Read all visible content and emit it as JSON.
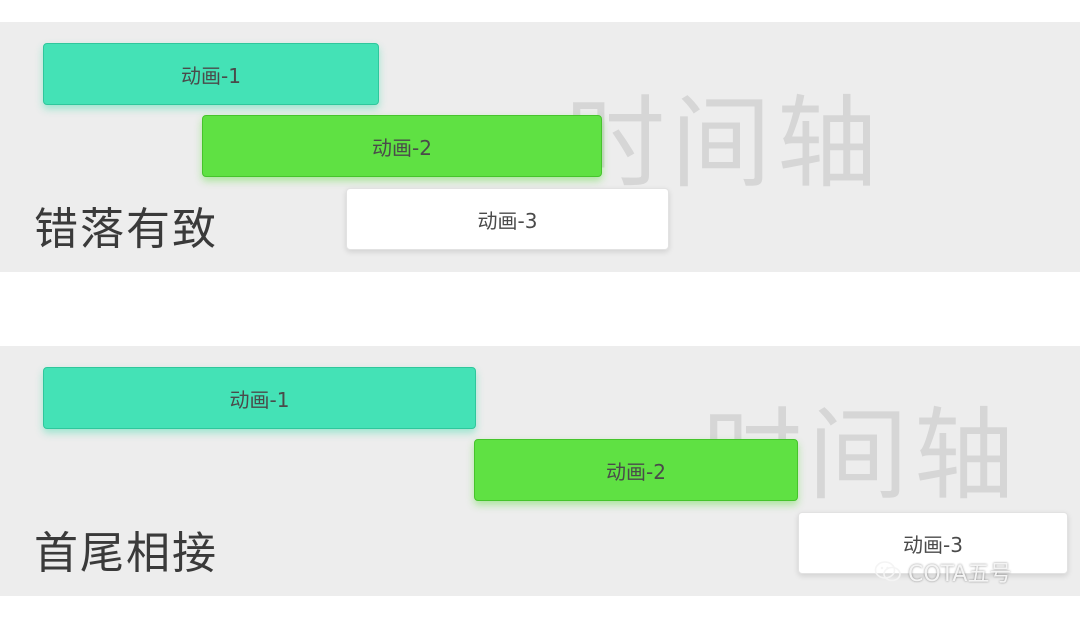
{
  "panels": [
    {
      "title": "错落有致",
      "watermark": "时间轴",
      "animations": [
        {
          "label": "动画-1",
          "color": "#44e2b6"
        },
        {
          "label": "动画-2",
          "color": "#5fe143"
        },
        {
          "label": "动画-3",
          "color": "#ffffff"
        }
      ]
    },
    {
      "title": "首尾相接",
      "watermark": "时间轴",
      "animations": [
        {
          "label": "动画-1",
          "color": "#44e2b6"
        },
        {
          "label": "动画-2",
          "color": "#5fe143"
        },
        {
          "label": "动画-3",
          "color": "#ffffff"
        }
      ]
    }
  ],
  "credit": {
    "icon": "wechat-icon",
    "text": "COTA五号"
  },
  "colors": {
    "panel_background": "#ededed",
    "teal": "#44e2b6",
    "green": "#5fe143",
    "white": "#ffffff"
  }
}
